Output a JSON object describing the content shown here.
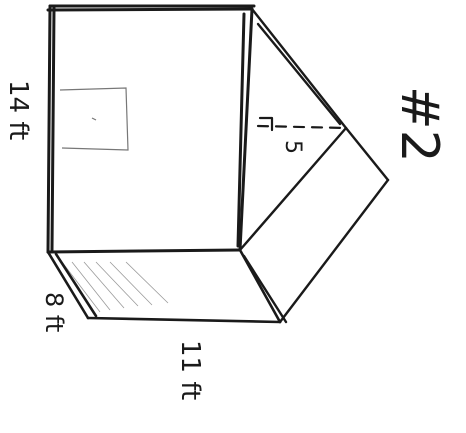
{
  "problem_number": "#2",
  "dimensions": {
    "height_label": "14 ft",
    "depth_label": "8 ft",
    "width_label": "11 ft",
    "roof_height_label": "5"
  },
  "colors": {
    "pencil": "#1a1a1a",
    "paper": "#ffffff",
    "shading": "#9a9a9a"
  }
}
